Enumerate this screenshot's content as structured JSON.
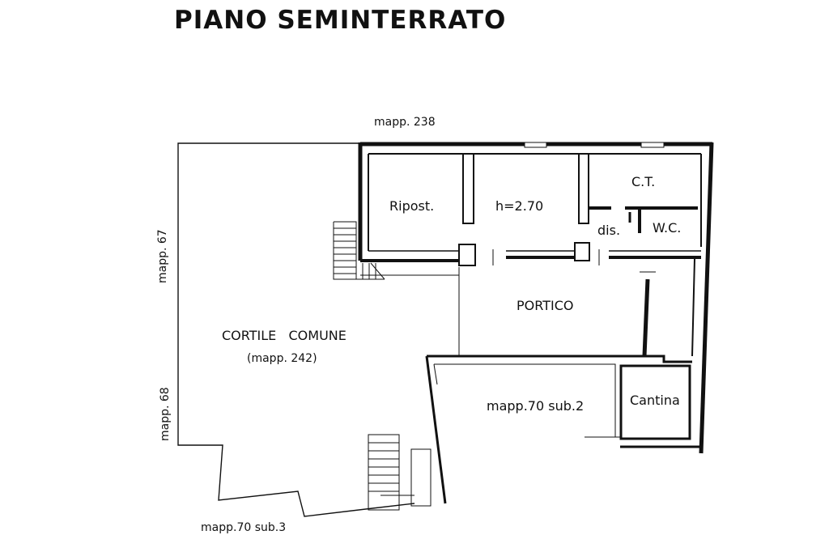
{
  "title": "PIANO SEMINTERRATO",
  "neighbors": {
    "north": "mapp. 238",
    "west_upper": "mapp. 67",
    "west_lower": "mapp. 68",
    "south": "mapp.70 sub.3"
  },
  "rooms": {
    "riposto": "Ripost.",
    "height": "h=2.70",
    "ct": "C.T.",
    "dis": "dis.",
    "wc": "W.C.",
    "portico": "PORTICO",
    "cortile": "CORTILE   COMUNE",
    "cortile_mapp": "(mapp. 242)",
    "mapp70_sub2": "mapp.70 sub.2",
    "cantina": "Cantina"
  }
}
